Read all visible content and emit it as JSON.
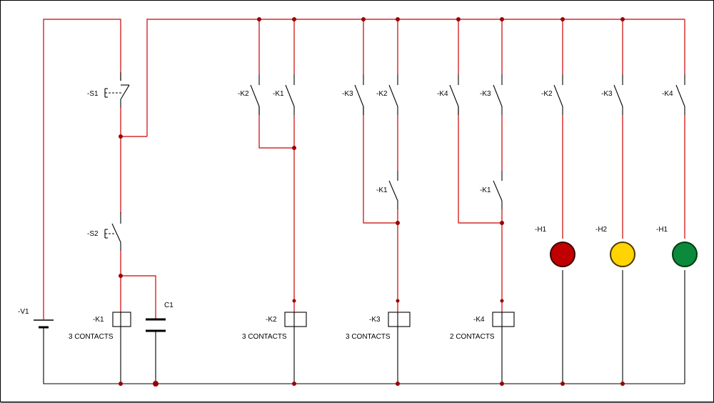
{
  "labels": {
    "v1": "-V1",
    "s1": "-S1",
    "s2": "-S2",
    "c1": "C1",
    "coil_k1": "-K1",
    "coil_k2": "-K2",
    "coil_k3": "-K3",
    "coil_k4": "-K4",
    "contacts_k1": "3 CONTACTS",
    "contacts_k2": "3 CONTACTS",
    "contacts_k3": "3 CONTACTS",
    "contacts_k4": "2 CONTACTS",
    "sw_k2_a": "-K2",
    "sw_k1_a": "-K1",
    "sw_k3_b": "-K3",
    "sw_k2_b": "-K2",
    "sw_k1_b": "-K1",
    "sw_k4_c": "-K4",
    "sw_k3_c": "-K3",
    "sw_k1_c": "-K1",
    "sw_k2_l": "-K2",
    "sw_k3_l": "-K3",
    "sw_k4_l": "-K4",
    "lamp_a": "-H1",
    "lamp_b": "-H2",
    "lamp_c": "-H1"
  },
  "lamp_colors": {
    "a": "#c00000",
    "b": "#ffd400",
    "c": "#0a8a3a"
  },
  "colors": {
    "energized_wire": "#cc0000",
    "neutral_wire": "#000000",
    "junction": "#9a0000"
  }
}
